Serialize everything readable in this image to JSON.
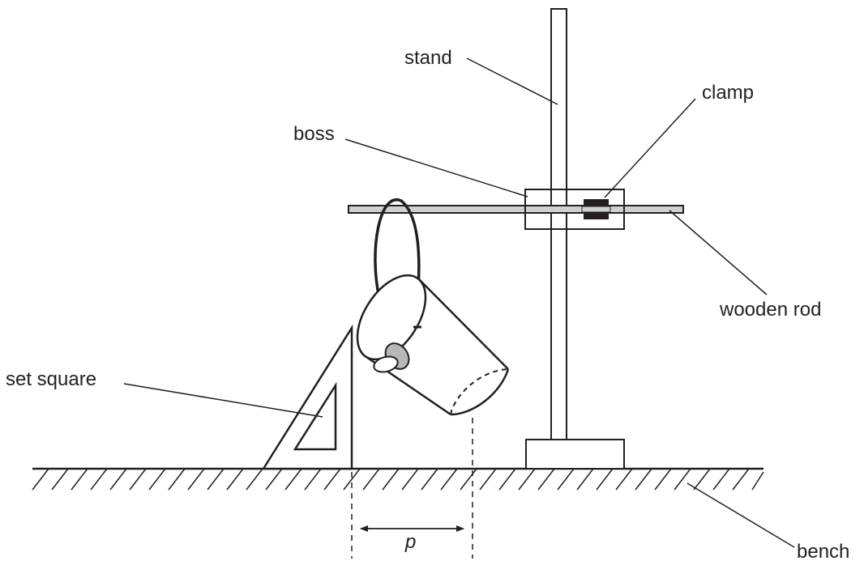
{
  "labels": {
    "stand": "stand",
    "clamp": "clamp",
    "boss": "boss",
    "wooden_rod": "wooden rod",
    "set_square": "set square",
    "bench": "bench",
    "distance": "p"
  },
  "colors": {
    "ink": "#231f20",
    "rod_fill": "#cfd0d2",
    "clamp_fill": "#231f20",
    "bucket_lug_fill": "#b7b8ba"
  }
}
